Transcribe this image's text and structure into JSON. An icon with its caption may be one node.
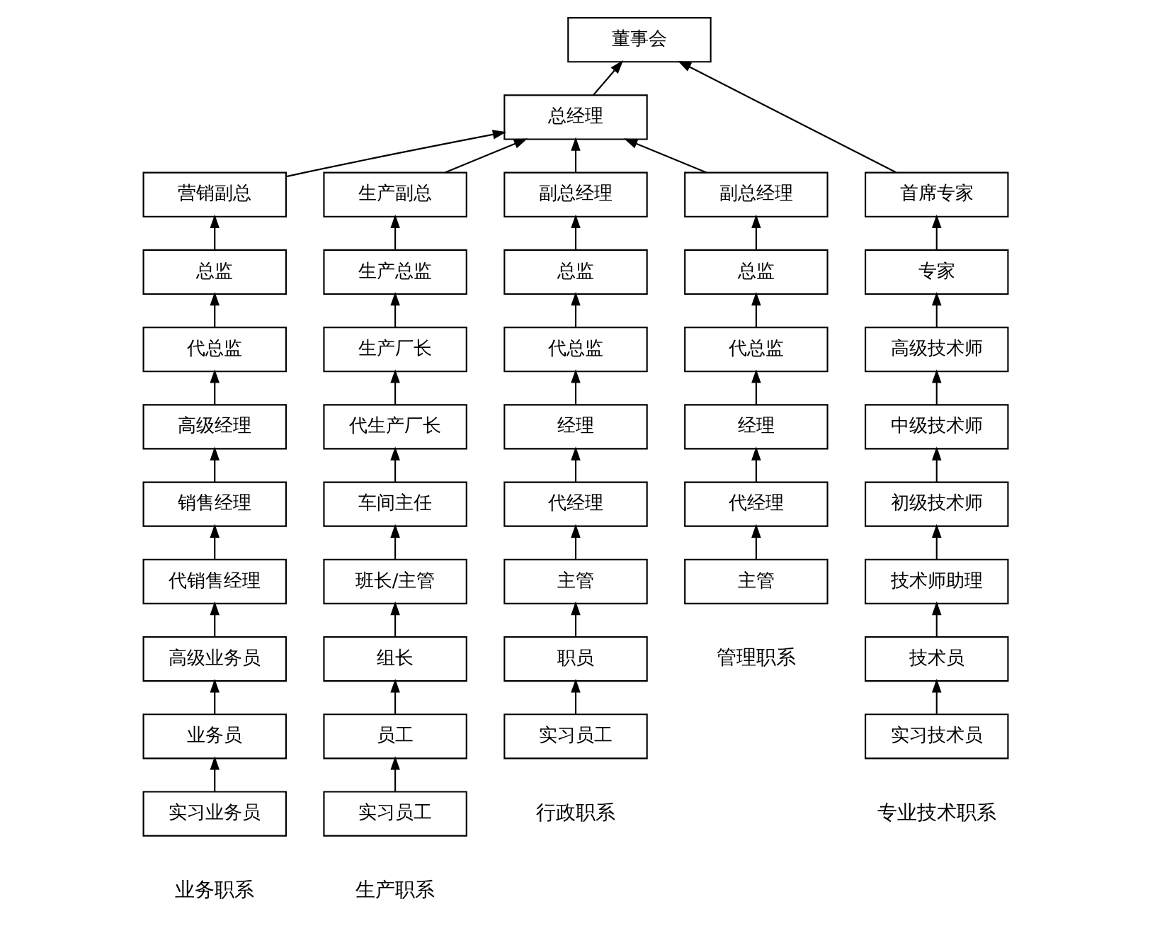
{
  "diagram": {
    "nodes": [
      {
        "text": [
          "董事会"
        ]
      },
      {
        "text": [
          "总经理"
        ]
      },
      {
        "text": [
          "营销副总"
        ]
      },
      {
        "text": [
          "总监"
        ]
      },
      {
        "text": [
          "代总监"
        ]
      },
      {
        "text": [
          "高级经理"
        ]
      },
      {
        "text": [
          "销售经理"
        ]
      },
      {
        "text": [
          "代销售经理"
        ]
      },
      {
        "text": [
          "高级业务员"
        ]
      },
      {
        "text": [
          "业务员"
        ]
      },
      {
        "text": [
          "实习业务员"
        ]
      },
      {
        "text": [
          "生产副总"
        ]
      },
      {
        "text": [
          "生产总监"
        ]
      },
      {
        "text": [
          "生产厂长"
        ]
      },
      {
        "text": [
          "代生产厂长"
        ]
      },
      {
        "text": [
          "车间主任"
        ]
      },
      {
        "text": [
          "班长/主管"
        ]
      },
      {
        "text": [
          "组长"
        ]
      },
      {
        "text": [
          "员工"
        ]
      },
      {
        "text": [
          "实习员工"
        ]
      },
      {
        "text": [
          "副总经理"
        ]
      },
      {
        "text": [
          "总监"
        ]
      },
      {
        "text": [
          "代总监"
        ]
      },
      {
        "text": [
          "经理"
        ]
      },
      {
        "text": [
          "代经理"
        ]
      },
      {
        "text": [
          "主管"
        ]
      },
      {
        "text": [
          "职员"
        ]
      },
      {
        "text": [
          "实习员工"
        ]
      },
      {
        "text": [
          "副总经理"
        ]
      },
      {
        "text": [
          "总监"
        ]
      },
      {
        "text": [
          "代总监"
        ]
      },
      {
        "text": [
          "经理"
        ]
      },
      {
        "text": [
          "代经理"
        ]
      },
      {
        "text": [
          "主管"
        ]
      },
      {
        "text": [
          "首席专家"
        ]
      },
      {
        "text": [
          "专家"
        ]
      },
      {
        "text": [
          "高级技术师"
        ]
      },
      {
        "text": [
          "中级技术师"
        ]
      },
      {
        "text": [
          "初级技术师"
        ]
      },
      {
        "text": [
          "技术师助理"
        ]
      },
      {
        "text": [
          "技术员"
        ]
      },
      {
        "text": [
          "实习技术员"
        ]
      }
    ],
    "edges": [
      {
        "from": 1,
        "to": 0,
        "arrow": "to"
      },
      {
        "from": 2,
        "to": 1,
        "arrow": "to"
      },
      {
        "from": 11,
        "to": 1,
        "arrow": "to"
      },
      {
        "from": 20,
        "to": 1,
        "arrow": "to"
      },
      {
        "from": 28,
        "to": 1,
        "arrow": "to"
      },
      {
        "from": 34,
        "to": 0,
        "arrow": "to"
      },
      {
        "from": 3,
        "to": 2,
        "arrow": "to"
      },
      {
        "from": 4,
        "to": 3,
        "arrow": "to"
      },
      {
        "from": 5,
        "to": 4,
        "arrow": "to"
      },
      {
        "from": 6,
        "to": 5,
        "arrow": "to"
      },
      {
        "from": 7,
        "to": 6,
        "arrow": "to"
      },
      {
        "from": 8,
        "to": 7,
        "arrow": "to"
      },
      {
        "from": 9,
        "to": 8,
        "arrow": "to"
      },
      {
        "from": 10,
        "to": 9,
        "arrow": "to"
      },
      {
        "from": 12,
        "to": 11,
        "arrow": "to"
      },
      {
        "from": 13,
        "to": 12,
        "arrow": "to"
      },
      {
        "from": 14,
        "to": 13,
        "arrow": "to"
      },
      {
        "from": 15,
        "to": 14,
        "arrow": "to"
      },
      {
        "from": 16,
        "to": 15,
        "arrow": "to"
      },
      {
        "from": 17,
        "to": 16,
        "arrow": "to"
      },
      {
        "from": 18,
        "to": 17,
        "arrow": "to"
      },
      {
        "from": 19,
        "to": 18,
        "arrow": "to"
      },
      {
        "from": 21,
        "to": 20,
        "arrow": "to"
      },
      {
        "from": 22,
        "to": 21,
        "arrow": "to"
      },
      {
        "from": 23,
        "to": 22,
        "arrow": "to"
      },
      {
        "from": 24,
        "to": 23,
        "arrow": "to"
      },
      {
        "from": 25,
        "to": 24,
        "arrow": "to"
      },
      {
        "from": 26,
        "to": 25,
        "arrow": "to"
      },
      {
        "from": 27,
        "to": 26,
        "arrow": "to"
      },
      {
        "from": 29,
        "to": 28,
        "arrow": "to"
      },
      {
        "from": 30,
        "to": 29,
        "arrow": "to"
      },
      {
        "from": 31,
        "to": 30,
        "arrow": "to"
      },
      {
        "from": 32,
        "to": 31,
        "arrow": "to"
      },
      {
        "from": 33,
        "to": 32,
        "arrow": "to"
      },
      {
        "from": 35,
        "to": 34,
        "arrow": "to"
      },
      {
        "from": 36,
        "to": 35,
        "arrow": "to"
      },
      {
        "from": 37,
        "to": 36,
        "arrow": "to"
      },
      {
        "from": 38,
        "to": 37,
        "arrow": "to"
      },
      {
        "from": 39,
        "to": 38,
        "arrow": "to"
      },
      {
        "from": 40,
        "to": 39,
        "arrow": "to"
      },
      {
        "from": 41,
        "to": 40,
        "arrow": "to"
      }
    ],
    "labels": [
      "业务职系",
      "生产职系",
      "行政职系",
      "管理职系",
      "专业技术职系"
    ]
  }
}
